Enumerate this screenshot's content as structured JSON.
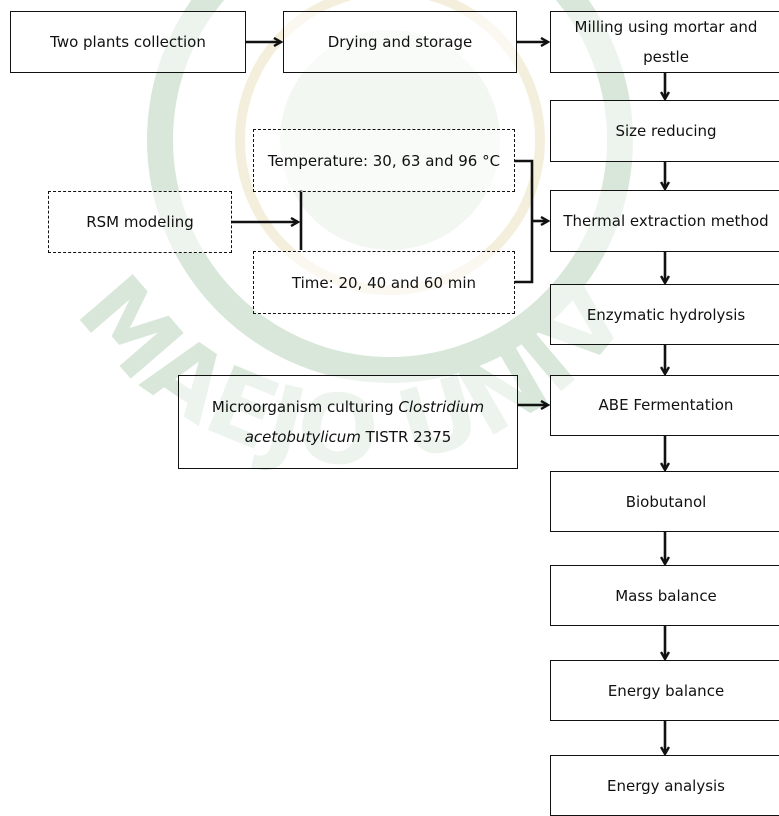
{
  "colors": {
    "ink": "#111111",
    "watermark": "#2e7d32"
  },
  "watermark": {
    "text": "MAEJO UNIVERSITY"
  },
  "nodes": {
    "two_plants": "Two plants collection",
    "drying": "Drying and storage",
    "milling": "Milling using mortar and pestle",
    "size_reducing": "Size reducing",
    "thermal": "Thermal extraction method",
    "enzymatic": "Enzymatic hydrolysis",
    "abe": "ABE Fermentation",
    "biobutanol": "Biobutanol",
    "mass_balance": "Mass balance",
    "energy_balance": "Energy balance",
    "energy_analysis": "Energy analysis",
    "rsm": "RSM modeling",
    "temperature": "Temperature: 30, 63 and 96 °C",
    "time": "Time: 20, 40 and 60 min",
    "micro_prefix": "Microorganism culturing ",
    "micro_species": "Clostridium acetobutylicum",
    "micro_suffix": " TISTR 2375"
  }
}
